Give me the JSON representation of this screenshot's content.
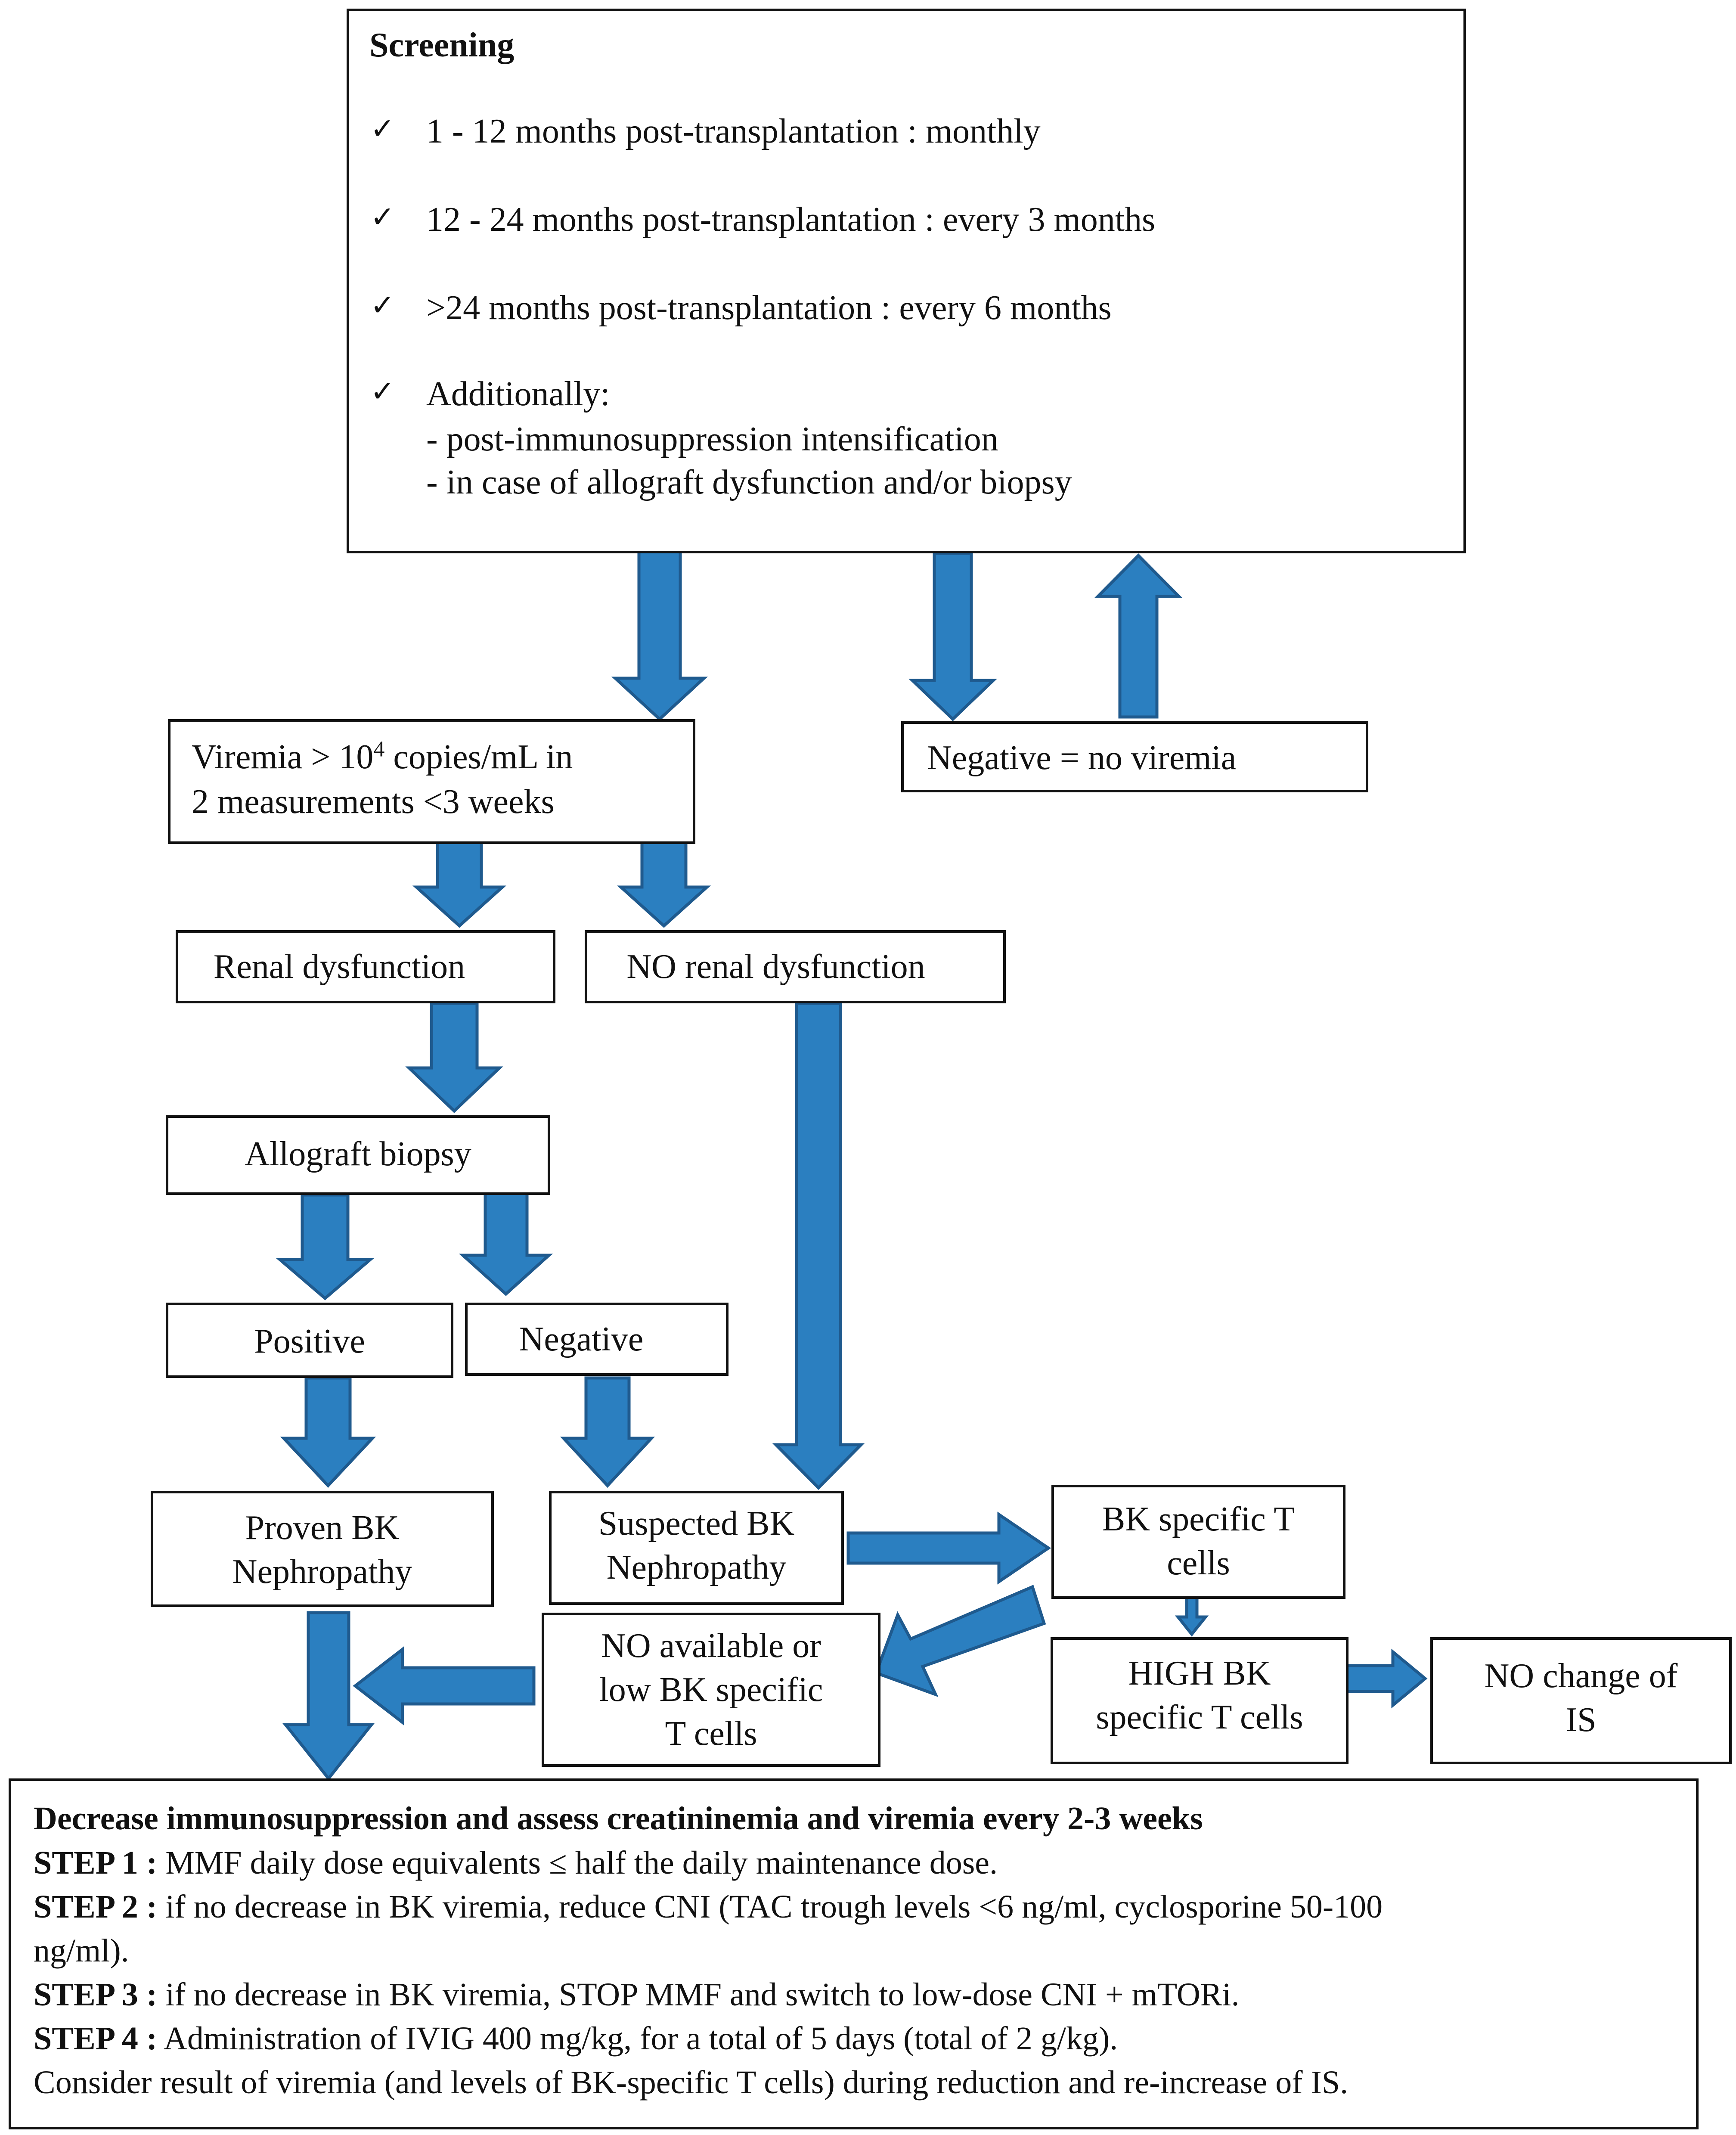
{
  "screening": {
    "title": "Screening",
    "check_glyph": "✓",
    "items": [
      "1 - 12 months post-transplantation : monthly",
      "12 - 24 months post-transplantation : every 3 months",
      ">24 months post-transplantation : every 6 months",
      "Additionally:"
    ],
    "sub_items": [
      "- post-immunosuppression intensification",
      "- in case of allograft dysfunction and/or biopsy"
    ]
  },
  "viremia": {
    "line1_pre": "Viremia > 10",
    "line1_sup": "4",
    "line1_post": " copies/mL in",
    "line2": "2 measurements <3 weeks"
  },
  "negative_viremia": "Negative = no viremia",
  "renal_dysfunction": "Renal dysfunction",
  "no_renal_dysfunction": "NO renal dysfunction",
  "allograft_biopsy": "Allograft biopsy",
  "positive": "Positive",
  "negative": "Negative",
  "proven": [
    "Proven BK",
    "Nephropathy"
  ],
  "suspected": [
    "Suspected BK",
    "Nephropathy"
  ],
  "bk_t_cells": [
    "BK  specific T",
    "cells"
  ],
  "low_bk": [
    "NO available or",
    "low BK  specific",
    "T cells"
  ],
  "high_bk": [
    "HIGH BK",
    "specific T cells"
  ],
  "no_change": [
    "NO change of",
    "IS"
  ],
  "bottom": {
    "title": "Decrease immunosuppression and assess creatininemia and viremia every 2-3 weeks",
    "steps": [
      {
        "label": "STEP 1 :",
        "text": " MMF daily dose equivalents ≤ half the daily maintenance dose."
      },
      {
        "label": "STEP 2 :",
        "text": " if no decrease in BK viremia, reduce CNI (TAC trough levels <6 ng/ml, cyclosporine 50-100",
        "cont": "ng/ml)."
      },
      {
        "label": "STEP 3 :",
        "text": " if no decrease in BK viremia, STOP MMF and switch to low-dose CNI + mTORi."
      },
      {
        "label": "STEP 4 :",
        "text": " Administration of IVIG 400 mg/kg, for a total of 5 days (total of 2 g/kg)."
      }
    ],
    "note": "Consider result of viremia (and levels of BK-specific T cells) during reduction and re-increase of IS."
  },
  "colors": {
    "arrow_fill": "#2B7FC0",
    "arrow_stroke": "#1F5A8E",
    "border": "#111111"
  }
}
